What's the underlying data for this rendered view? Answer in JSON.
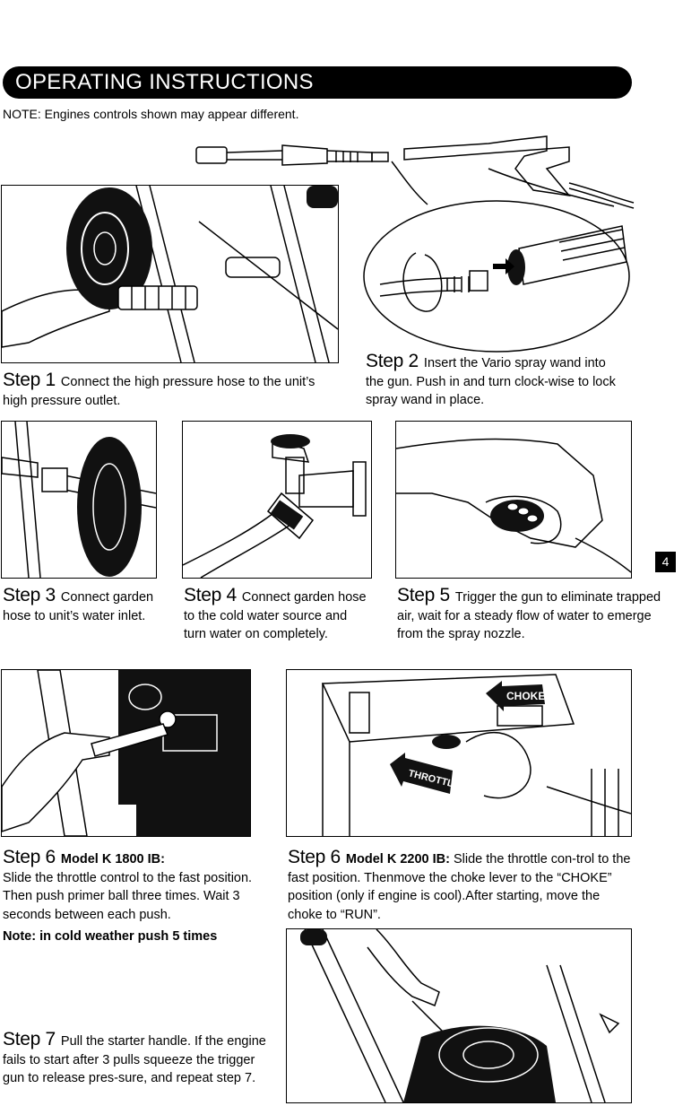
{
  "header": {
    "title": "OPERATING INSTRUCTIONS"
  },
  "note": "NOTE: Engines controls shown may appear different.",
  "steps": {
    "s1": {
      "label": "Step 1",
      "text": "Connect the high pressure hose to the unit’s high pressure outlet."
    },
    "s2": {
      "label": "Step 2",
      "text": "Insert the Vario spray wand into the gun. Push in and turn clock-wise to lock spray wand in place."
    },
    "s3": {
      "label": "Step 3",
      "text": "Connect garden hose to unit’s water inlet."
    },
    "s4": {
      "label": "Step 4",
      "text": "Connect garden hose to the cold water source and turn water on completely."
    },
    "s5": {
      "label": "Step 5",
      "text": "Trigger the gun to eliminate trapped air, wait for a steady flow of water to emerge from the spray nozzle."
    },
    "s6a": {
      "label": "Step 6",
      "model": "Model K 1800 IB:",
      "text": "Slide the throttle control to the fast position. Then push primer ball three times. Wait 3 seconds between each push.",
      "note": "Note: in cold weather push 5 times"
    },
    "s6b": {
      "label": "Step 6",
      "model": "Model K 2200 IB:",
      "text": "Slide the throttle con-trol to the fast position. Thenmove the choke lever to the “CHOKE” position (only if engine is cool).After starting, move the choke to “RUN”."
    },
    "s7": {
      "label": "Step 7",
      "text": "Pull the starter handle. If the engine fails to start after 3 pulls squeeze the trigger gun to release pres-sure, and repeat step 7."
    }
  },
  "illustration_labels": {
    "choke": "CHOKE",
    "throttle": "THROTTLE"
  },
  "page_number": "4"
}
